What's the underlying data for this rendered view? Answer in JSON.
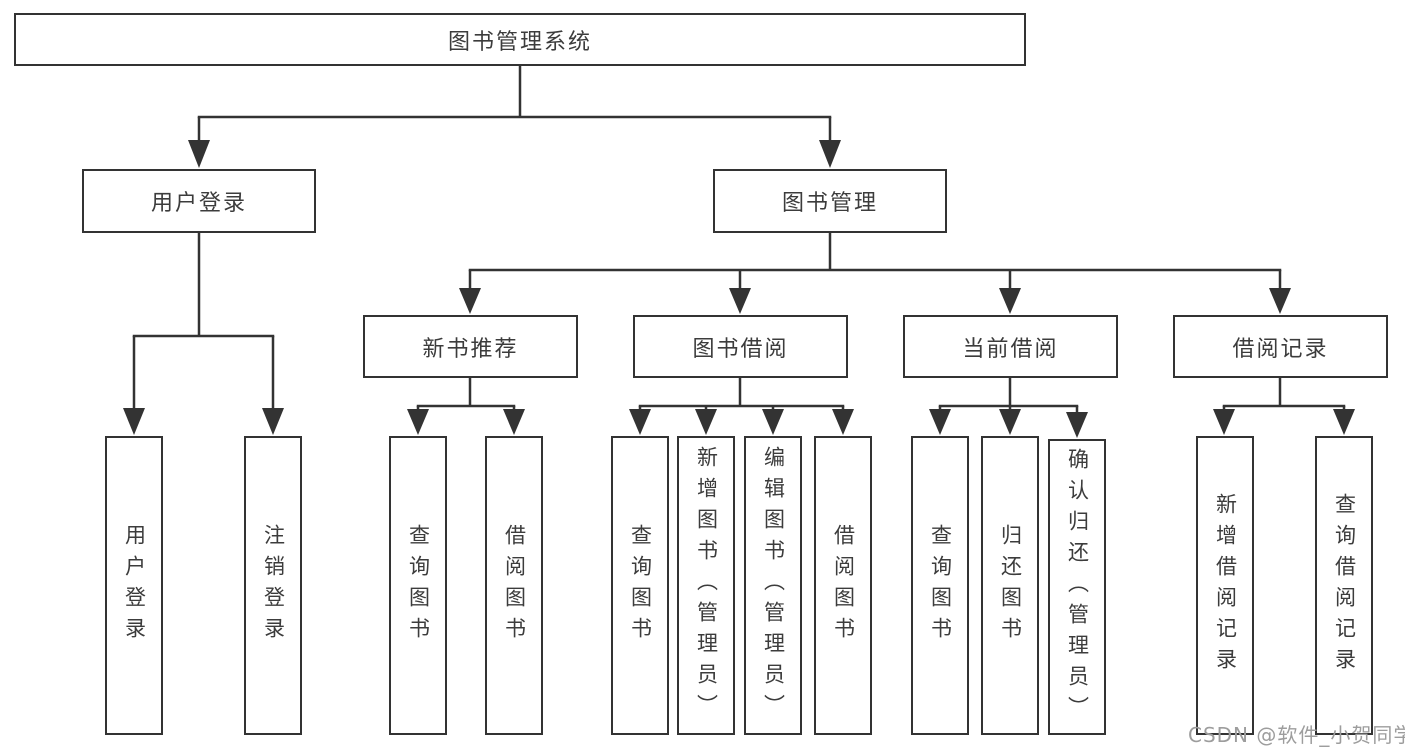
{
  "tree": {
    "root": "图书管理系统",
    "branches": [
      {
        "label": "用户登录",
        "children": [
          {
            "label": "用户登录"
          },
          {
            "label": "注销登录"
          }
        ]
      },
      {
        "label": "图书管理",
        "children": [
          {
            "label": "新书推荐",
            "children": [
              {
                "label": "查询图书"
              },
              {
                "label": "借阅图书"
              }
            ]
          },
          {
            "label": "图书借阅",
            "children": [
              {
                "label": "查询图书"
              },
              {
                "label": "新增图书（管理员）"
              },
              {
                "label": "编辑图书（管理员）"
              },
              {
                "label": "借阅图书"
              }
            ]
          },
          {
            "label": "当前借阅",
            "children": [
              {
                "label": "查询图书"
              },
              {
                "label": "归还图书"
              },
              {
                "label": "确认归还（管理员）"
              }
            ]
          },
          {
            "label": "借阅记录",
            "children": [
              {
                "label": "新增借阅记录"
              },
              {
                "label": "查询借阅记录"
              }
            ]
          }
        ]
      }
    ],
    "watermark": "CSDN @软件_小贺同学",
    "colors": {
      "line": "#333333",
      "text": "#3c3c3c",
      "watermark": "#9d9d9d",
      "background": "#ffffff"
    }
  }
}
